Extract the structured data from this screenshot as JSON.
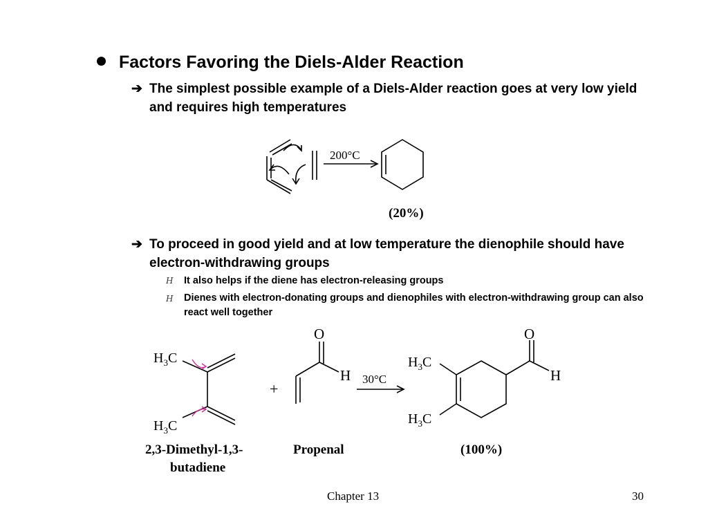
{
  "slide": {
    "heading": "Factors Favoring the Diels-Alder Reaction",
    "point1": "The simplest possible example of a Diels-Alder reaction goes at very low yield and requires high temperatures",
    "point2": "To proceed in good yield and at low temperature the dienophile should have electron-withdrawing groups",
    "subpoint1": "It also helps if the diene has electron-releasing groups",
    "subpoint2": "Dienes with electron-donating groups and dienophiles with electron-withdrawing group can also react well together"
  },
  "scheme1": {
    "condition": "200°C",
    "yield": "(20%)"
  },
  "scheme2": {
    "diene_methyl_top": "H3C",
    "diene_methyl_bottom": "H3C",
    "plus": "+",
    "aldehyde_o": "O",
    "aldehyde_h": "H",
    "condition": "30°C",
    "product_methyl_top": "H3C",
    "product_methyl_bottom": "H3C",
    "product_o": "O",
    "product_h": "H",
    "diene_name_line1": "2,3-Dimethyl-1,3-",
    "diene_name_line2": "butadiene",
    "dienophile_name": "Propenal",
    "yield": "(100%)"
  },
  "footer": {
    "chapter": "Chapter 13",
    "page": "30"
  },
  "colors": {
    "text": "#000000",
    "curved_arrows": "#cc3399"
  }
}
